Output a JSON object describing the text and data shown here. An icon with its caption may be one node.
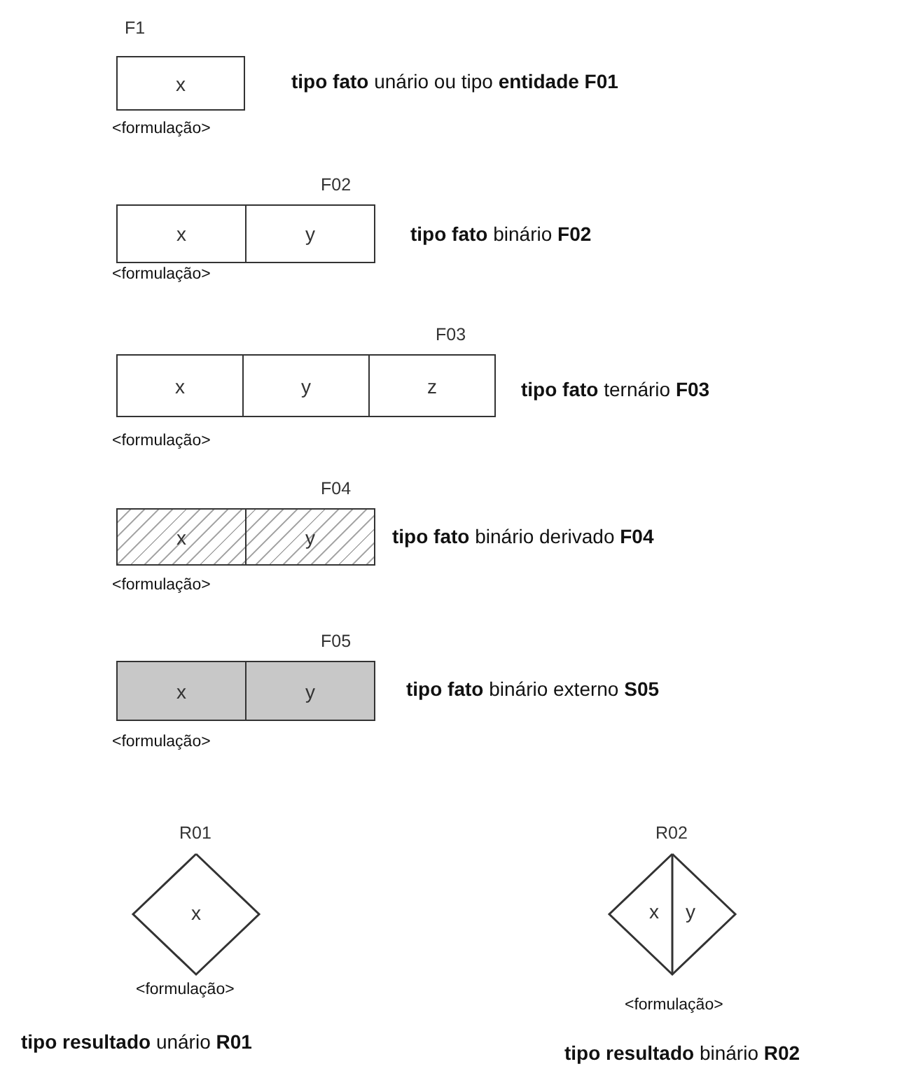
{
  "diagram": {
    "nodes": [
      {
        "text": [
          "F1"
        ],
        "beside": [
          "<formulação>",
          "**tipo fato** unário ou tipo **entidade F01**"
        ]
      },
      {
        "text": [
          "x"
        ],
        "in": 0
      },
      {
        "text": [
          "F02"
        ],
        "beside": [
          "<formulação>",
          "**tipo fato** binário **F02**"
        ]
      },
      {
        "text": [
          "x"
        ],
        "in": 2
      },
      {
        "text": [
          "y"
        ],
        "in": 2
      },
      {
        "text": [
          "F03"
        ],
        "beside": [
          "<formulação>",
          "**tipo fato** ternário **F03**"
        ]
      },
      {
        "text": [
          "x"
        ],
        "in": 5
      },
      {
        "text": [
          "y"
        ],
        "in": 5
      },
      {
        "text": [
          "z"
        ],
        "in": 5
      },
      {
        "text": [
          "F04"
        ],
        "beside": [
          "<formulação>",
          "**tipo fato** binário derivado **F04**"
        ]
      },
      {
        "text": [
          "x"
        ],
        "in": 9
      },
      {
        "text": [
          "y"
        ],
        "in": 9
      },
      {
        "text": [
          "F05"
        ],
        "beside": [
          "<formulação>",
          "**tipo fato** binário externo **S05**"
        ]
      },
      {
        "text": [
          "x"
        ],
        "in": 12
      },
      {
        "text": [
          "y"
        ],
        "in": 12
      },
      {
        "text": [
          "R01",
          "x"
        ],
        "beside": [
          "<formulação>",
          "**tipo resultado** unário **R01**"
        ]
      },
      {
        "text": [
          "R02"
        ],
        "beside": [
          "<formulação>",
          "**tipo resultado** binário **R02**"
        ]
      },
      {
        "text": [
          "x"
        ],
        "in": 16
      },
      {
        "text": [
          "y"
        ],
        "in": 16
      }
    ]
  }
}
